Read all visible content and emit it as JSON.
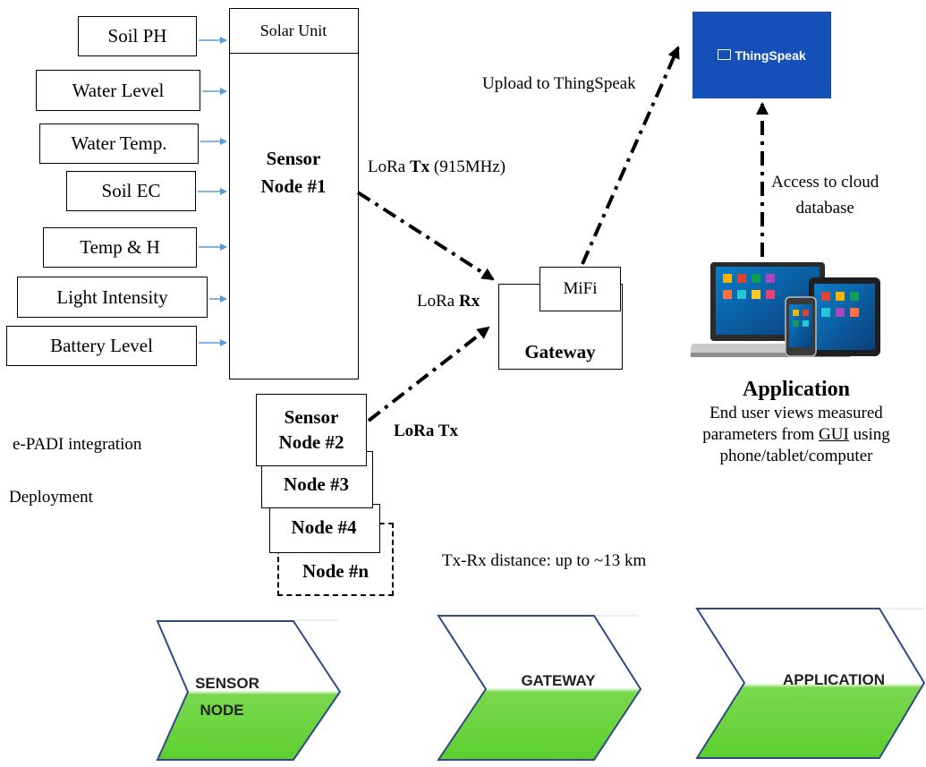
{
  "sensors": [
    "Soil PH",
    "Water Level",
    "Water Temp.",
    "Soil EC",
    "Temp & H",
    "Light Intensity",
    "Battery Level"
  ],
  "solar_unit": "Solar Unit",
  "sensor_node1": [
    "Sensor",
    "Node #1"
  ],
  "lora_tx_1": {
    "prefix": "LoRa ",
    "bold": "Tx",
    "suffix": " (915MHz)"
  },
  "lora_rx": {
    "prefix": "LoRa ",
    "bold": "Rx"
  },
  "lora_tx_2": "LoRa Tx",
  "upload_label": "Upload to ThingSpeak",
  "thingspeak": {
    "label": "ThingSpeak",
    "icon": "chat-bubble-icon",
    "color": "#1550b8"
  },
  "mifi": "MiFi",
  "gateway": "Gateway",
  "access_label": [
    "Access to cloud",
    "database"
  ],
  "application": {
    "title": "Application",
    "line1": "End user views measured",
    "line2_pre": "parameters from ",
    "line2_gui": "GUI",
    "line2_post": " using",
    "line3": "phone/tablet/computer"
  },
  "nodes": {
    "node2": [
      "Sensor",
      "Node #2"
    ],
    "node3": "Node #3",
    "node4": "Node #4",
    "noden": "Node #n"
  },
  "side_labels": [
    "e-PADI integration",
    "Deployment"
  ],
  "distance": "Tx-Rx distance: up to ~13 km",
  "stages": [
    "SENSOR",
    "NODE",
    "GATEWAY",
    "APPLICATION"
  ],
  "colors": {
    "arrow_blue": "#5b9bd5",
    "stage_green": "#5ccf2e",
    "stage_outline": "#2f4a86"
  }
}
